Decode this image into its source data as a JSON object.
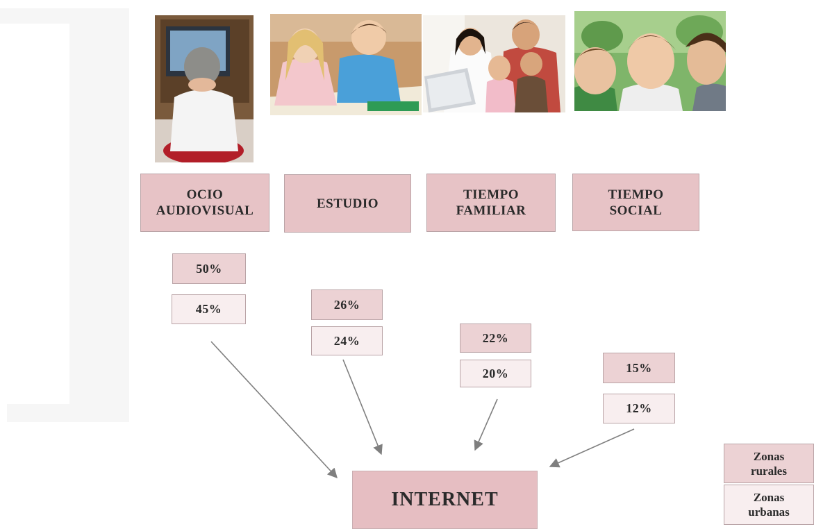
{
  "categories": [
    {
      "label": "OCIO\nAUDIOVISUAL",
      "rural": "50%",
      "urban": "45%"
    },
    {
      "label": "ESTUDIO",
      "rural": "26%",
      "urban": "24%"
    },
    {
      "label": "TIEMPO\nFAMILIAR",
      "rural": "22%",
      "urban": "20%"
    },
    {
      "label": "TIEMPO\nSOCIAL",
      "rural": "15%",
      "urban": "12%"
    }
  ],
  "center": {
    "label": "INTERNET"
  },
  "legend": {
    "rural": "Zonas\nrurales",
    "urban": "Zonas\nurbanas"
  },
  "colors": {
    "category_fill": "#e7c3c6",
    "rural_fill": "#ecd2d4",
    "urban_fill": "#f8eeef",
    "arrow": "#7f7f7f"
  },
  "photos": [
    "child-watching-tv-photo",
    "children-studying-photo",
    "family-with-laptop-photo",
    "friends-whispering-photo"
  ]
}
